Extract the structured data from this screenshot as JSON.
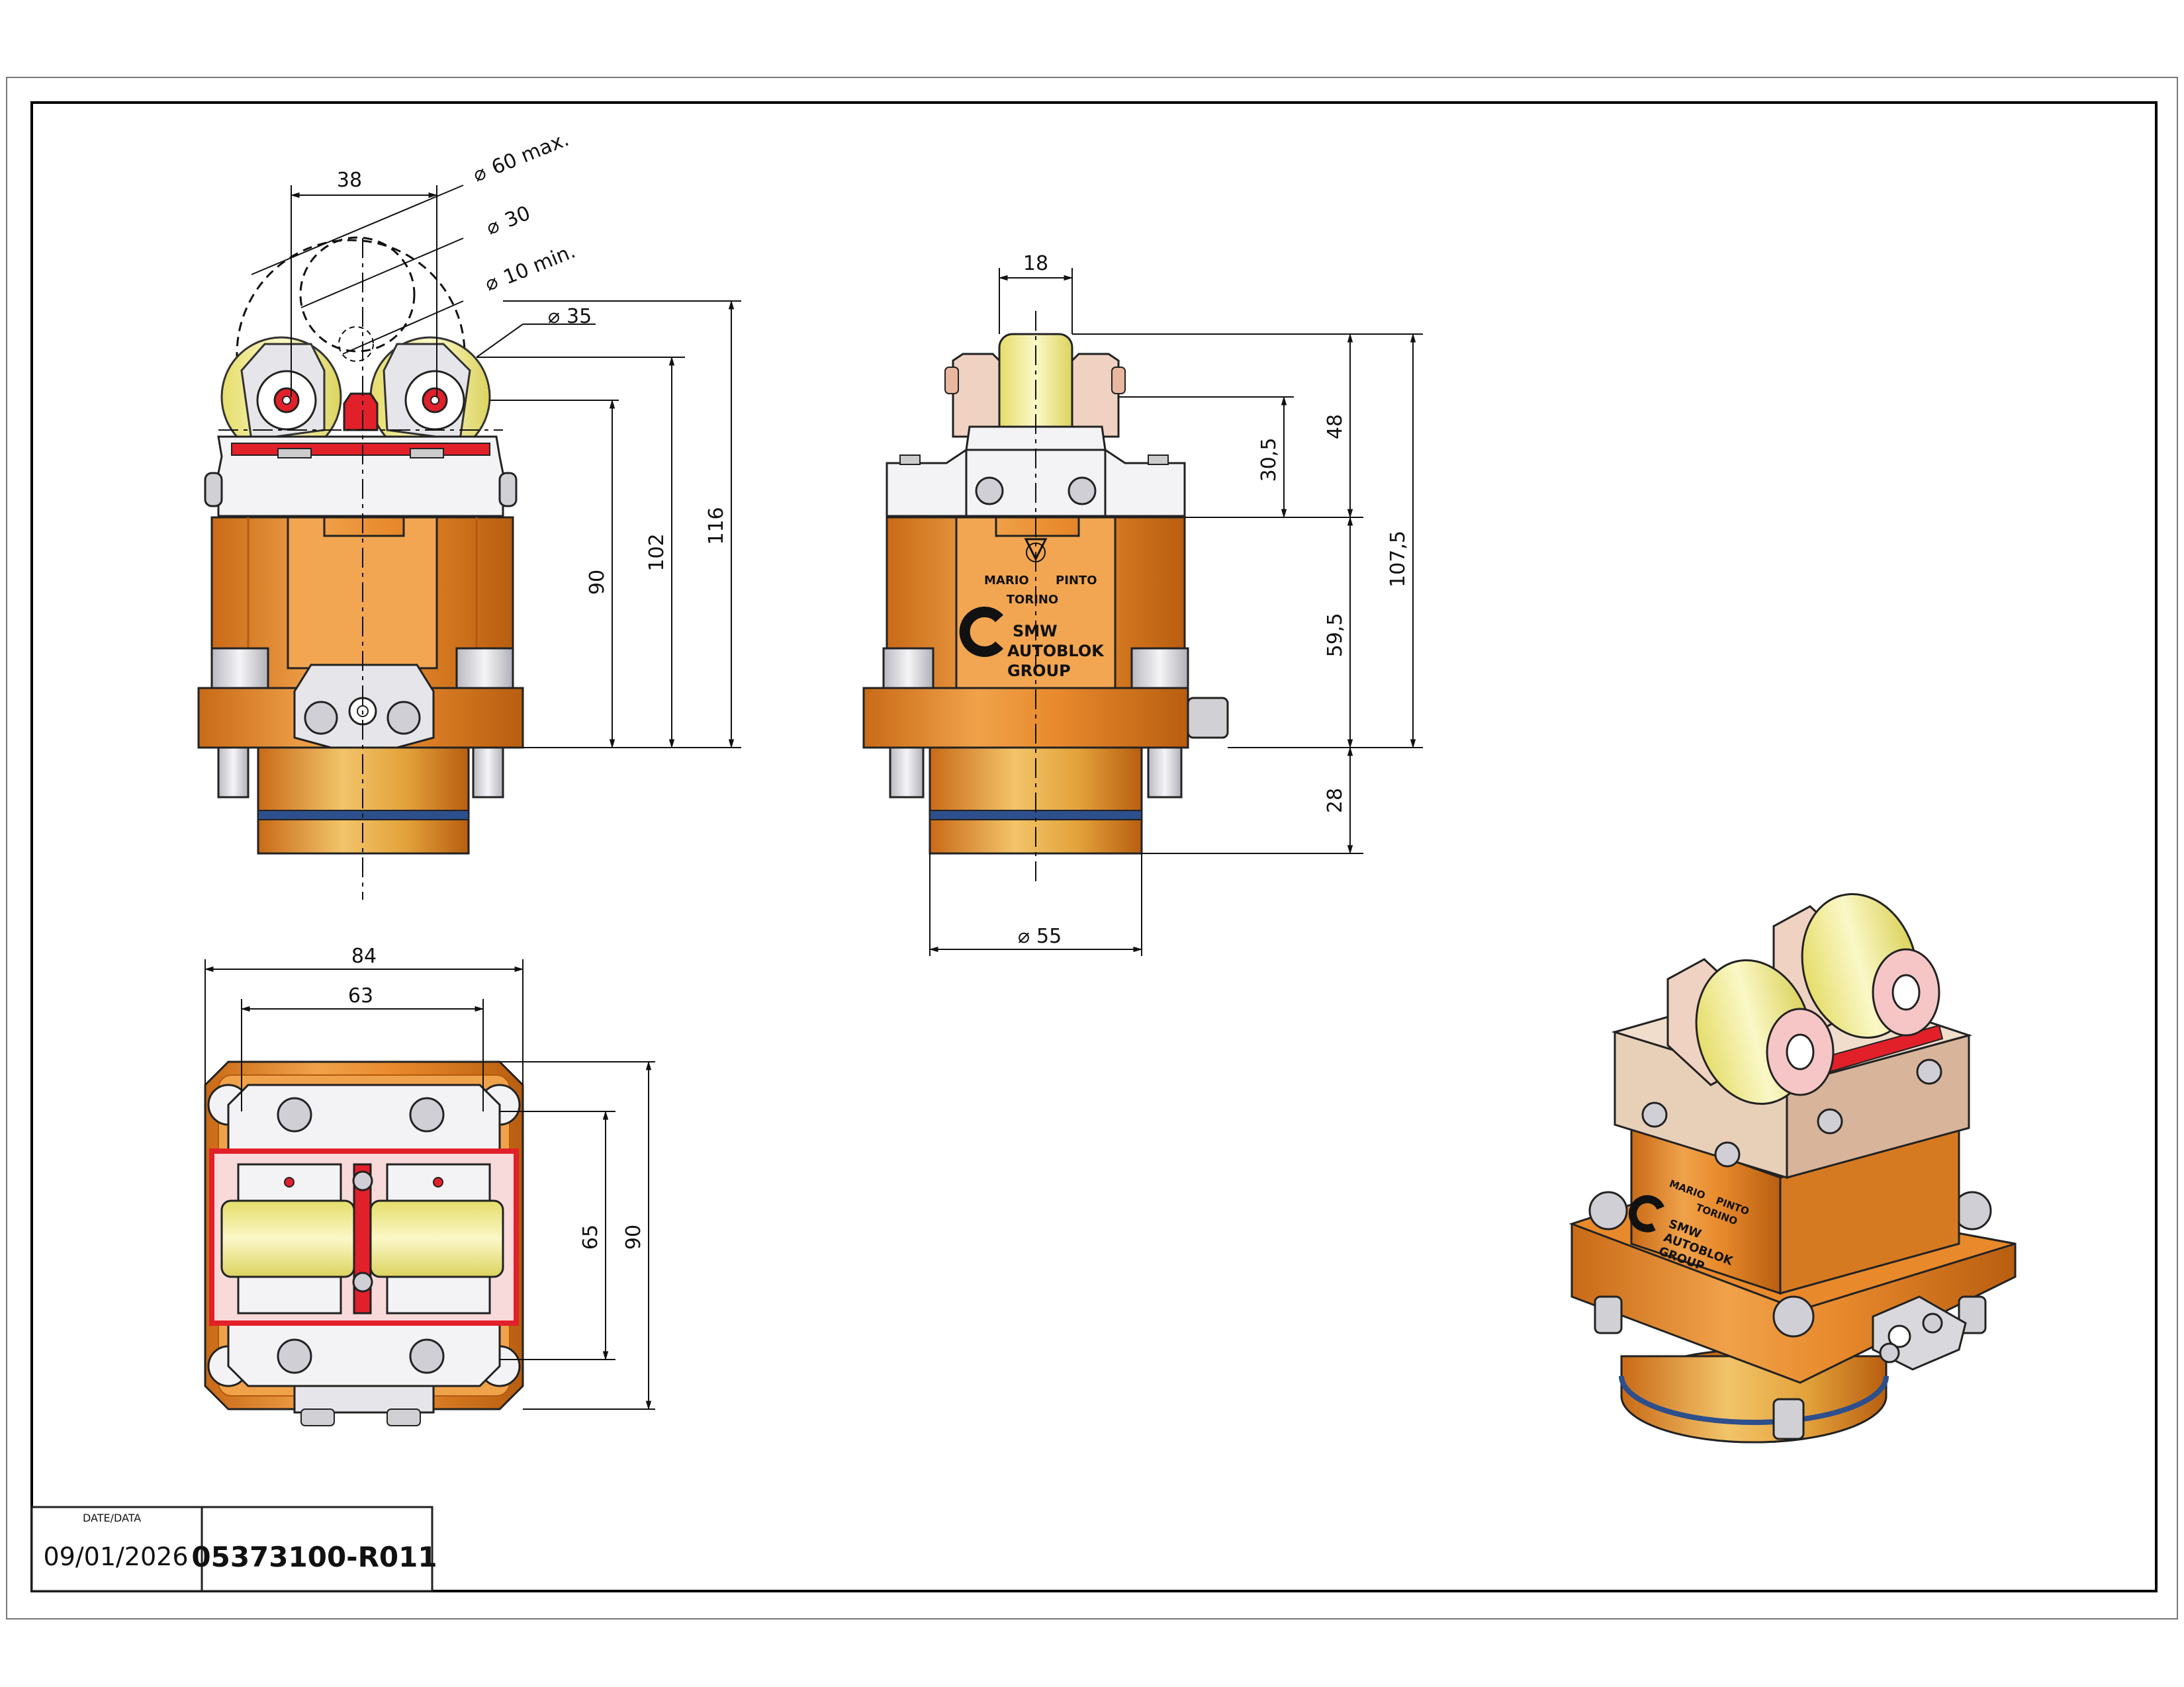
{
  "title_block": {
    "date_label": "DATE/DATA",
    "date": "09/01/2026",
    "drawing_number": "05373100-R011"
  },
  "front_view": {
    "dim_38": "38",
    "dim_dia60": "60 max.",
    "dim_dia30": "30",
    "dim_dia10": "10 min.",
    "dim_dia35": "35",
    "dim_90": "90",
    "dim_102": "102",
    "dim_116": "116"
  },
  "side_view": {
    "dim_18": "18",
    "dim_30_5": "30,5",
    "dim_48": "48",
    "dim_59_5": "59,5",
    "dim_107_5": "107,5",
    "dim_28": "28",
    "dim_dia55": "55",
    "logo": {
      "line1a": "MARIO",
      "line1b": "PINTO",
      "line2": "TORINO",
      "brand1": "SMW",
      "brand2": "AUTOBLOK",
      "brand3": "GROUP"
    }
  },
  "top_view": {
    "dim_84": "84",
    "dim_63": "63",
    "dim_65": "65",
    "dim_90": "90"
  },
  "iso_view": {
    "logo": {
      "line1a": "MARIO",
      "line1b": "PINTO",
      "line2": "TORINO",
      "brand1": "SMW",
      "brand2": "AUTOBLOK",
      "brand3": "GROUP"
    }
  },
  "symbols": {
    "diameter": "⌀"
  },
  "colors": {
    "body_orange": "#e8892c",
    "body_orange_dark": "#c96a17",
    "roller_yellow": "#f3ef9c",
    "steel_grey": "#d9d9dd",
    "accent_red": "#e2202a",
    "oring_blue": "#2d4f8c",
    "gold_base": "#e3a23a"
  }
}
